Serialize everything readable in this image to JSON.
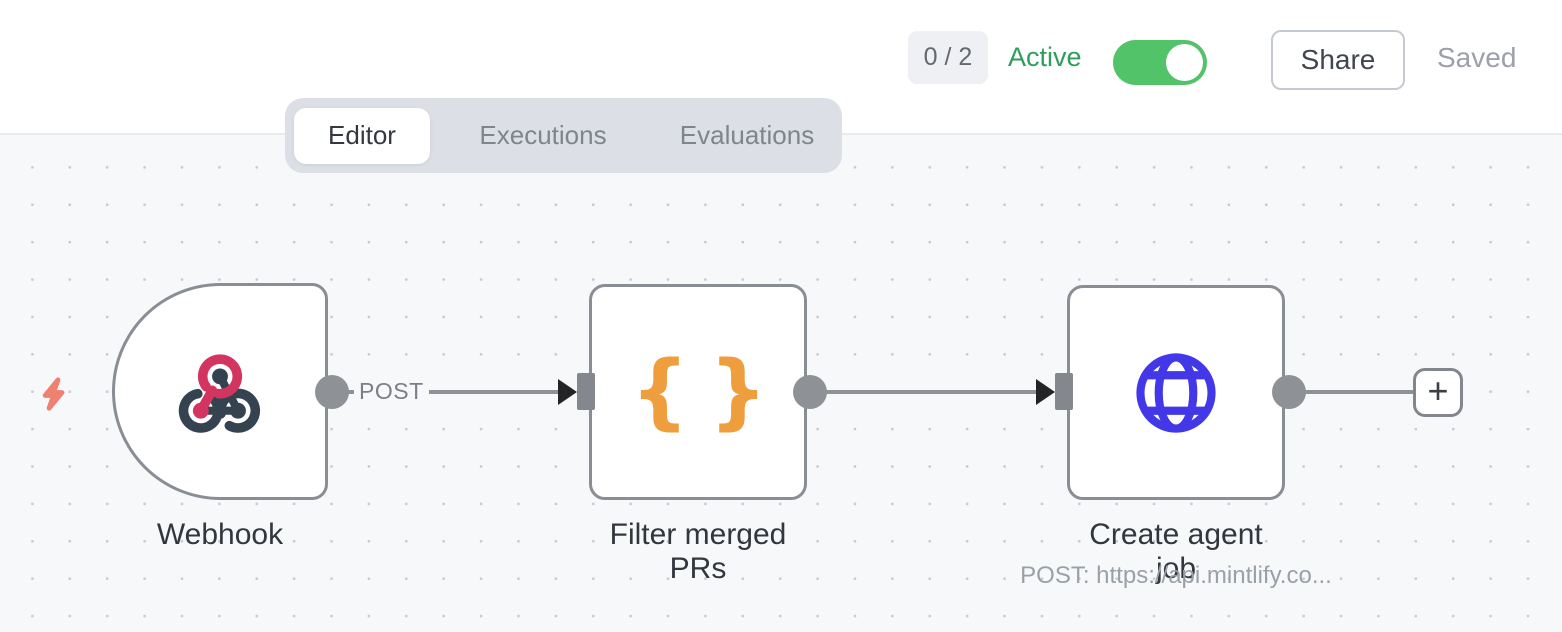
{
  "header": {
    "count_badge": "0 / 2",
    "active_label": "Active",
    "toggle_state": "on",
    "share_button": "Share",
    "saved_status": "Saved"
  },
  "tabs": {
    "editor": "Editor",
    "executions": "Executions",
    "evaluations": "Evaluations"
  },
  "canvas": {
    "post_connection_label": "POST",
    "add_node_glyph": "+",
    "nodes": [
      {
        "label": "Webhook",
        "icon": "webhook-icon"
      },
      {
        "label": "Filter merged PRs",
        "icon": "curly-braces-icon",
        "icon_glyph": "{}"
      },
      {
        "label": "Create agent job",
        "icon": "globe-icon",
        "subtitle": "POST: https://api.mintlify.co..."
      }
    ]
  },
  "colors": {
    "active_green": "#2f9e5c",
    "toggle_green": "#53c36a",
    "webhook_pink": "#d23560",
    "webhook_slate": "#354350",
    "code_orange": "#ef9e3d",
    "http_blue": "#4338e8",
    "trigger_salmon": "#ef8170"
  }
}
